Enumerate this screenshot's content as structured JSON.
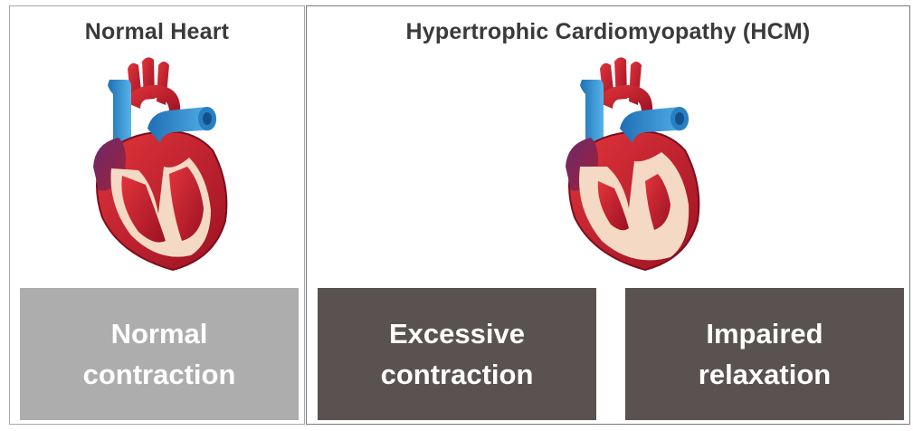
{
  "panels": {
    "normal": {
      "title": "Normal Heart",
      "box_line1": "Normal",
      "box_line2": "contraction"
    },
    "hcm": {
      "title": "Hypertrophic Cardiomyopathy (HCM)",
      "box1_line1": "Excessive",
      "box1_line2": "contraction",
      "box2_line1": "Impaired",
      "box2_line2": "relaxation"
    }
  },
  "colors": {
    "normal_box": "#adadad",
    "hcm_box": "#5a5250",
    "heart_red": "#c8202c",
    "heart_dark": "#8e1424",
    "vessel_blue": "#2f8fd0",
    "heart_inner": "#f4d9c4"
  }
}
